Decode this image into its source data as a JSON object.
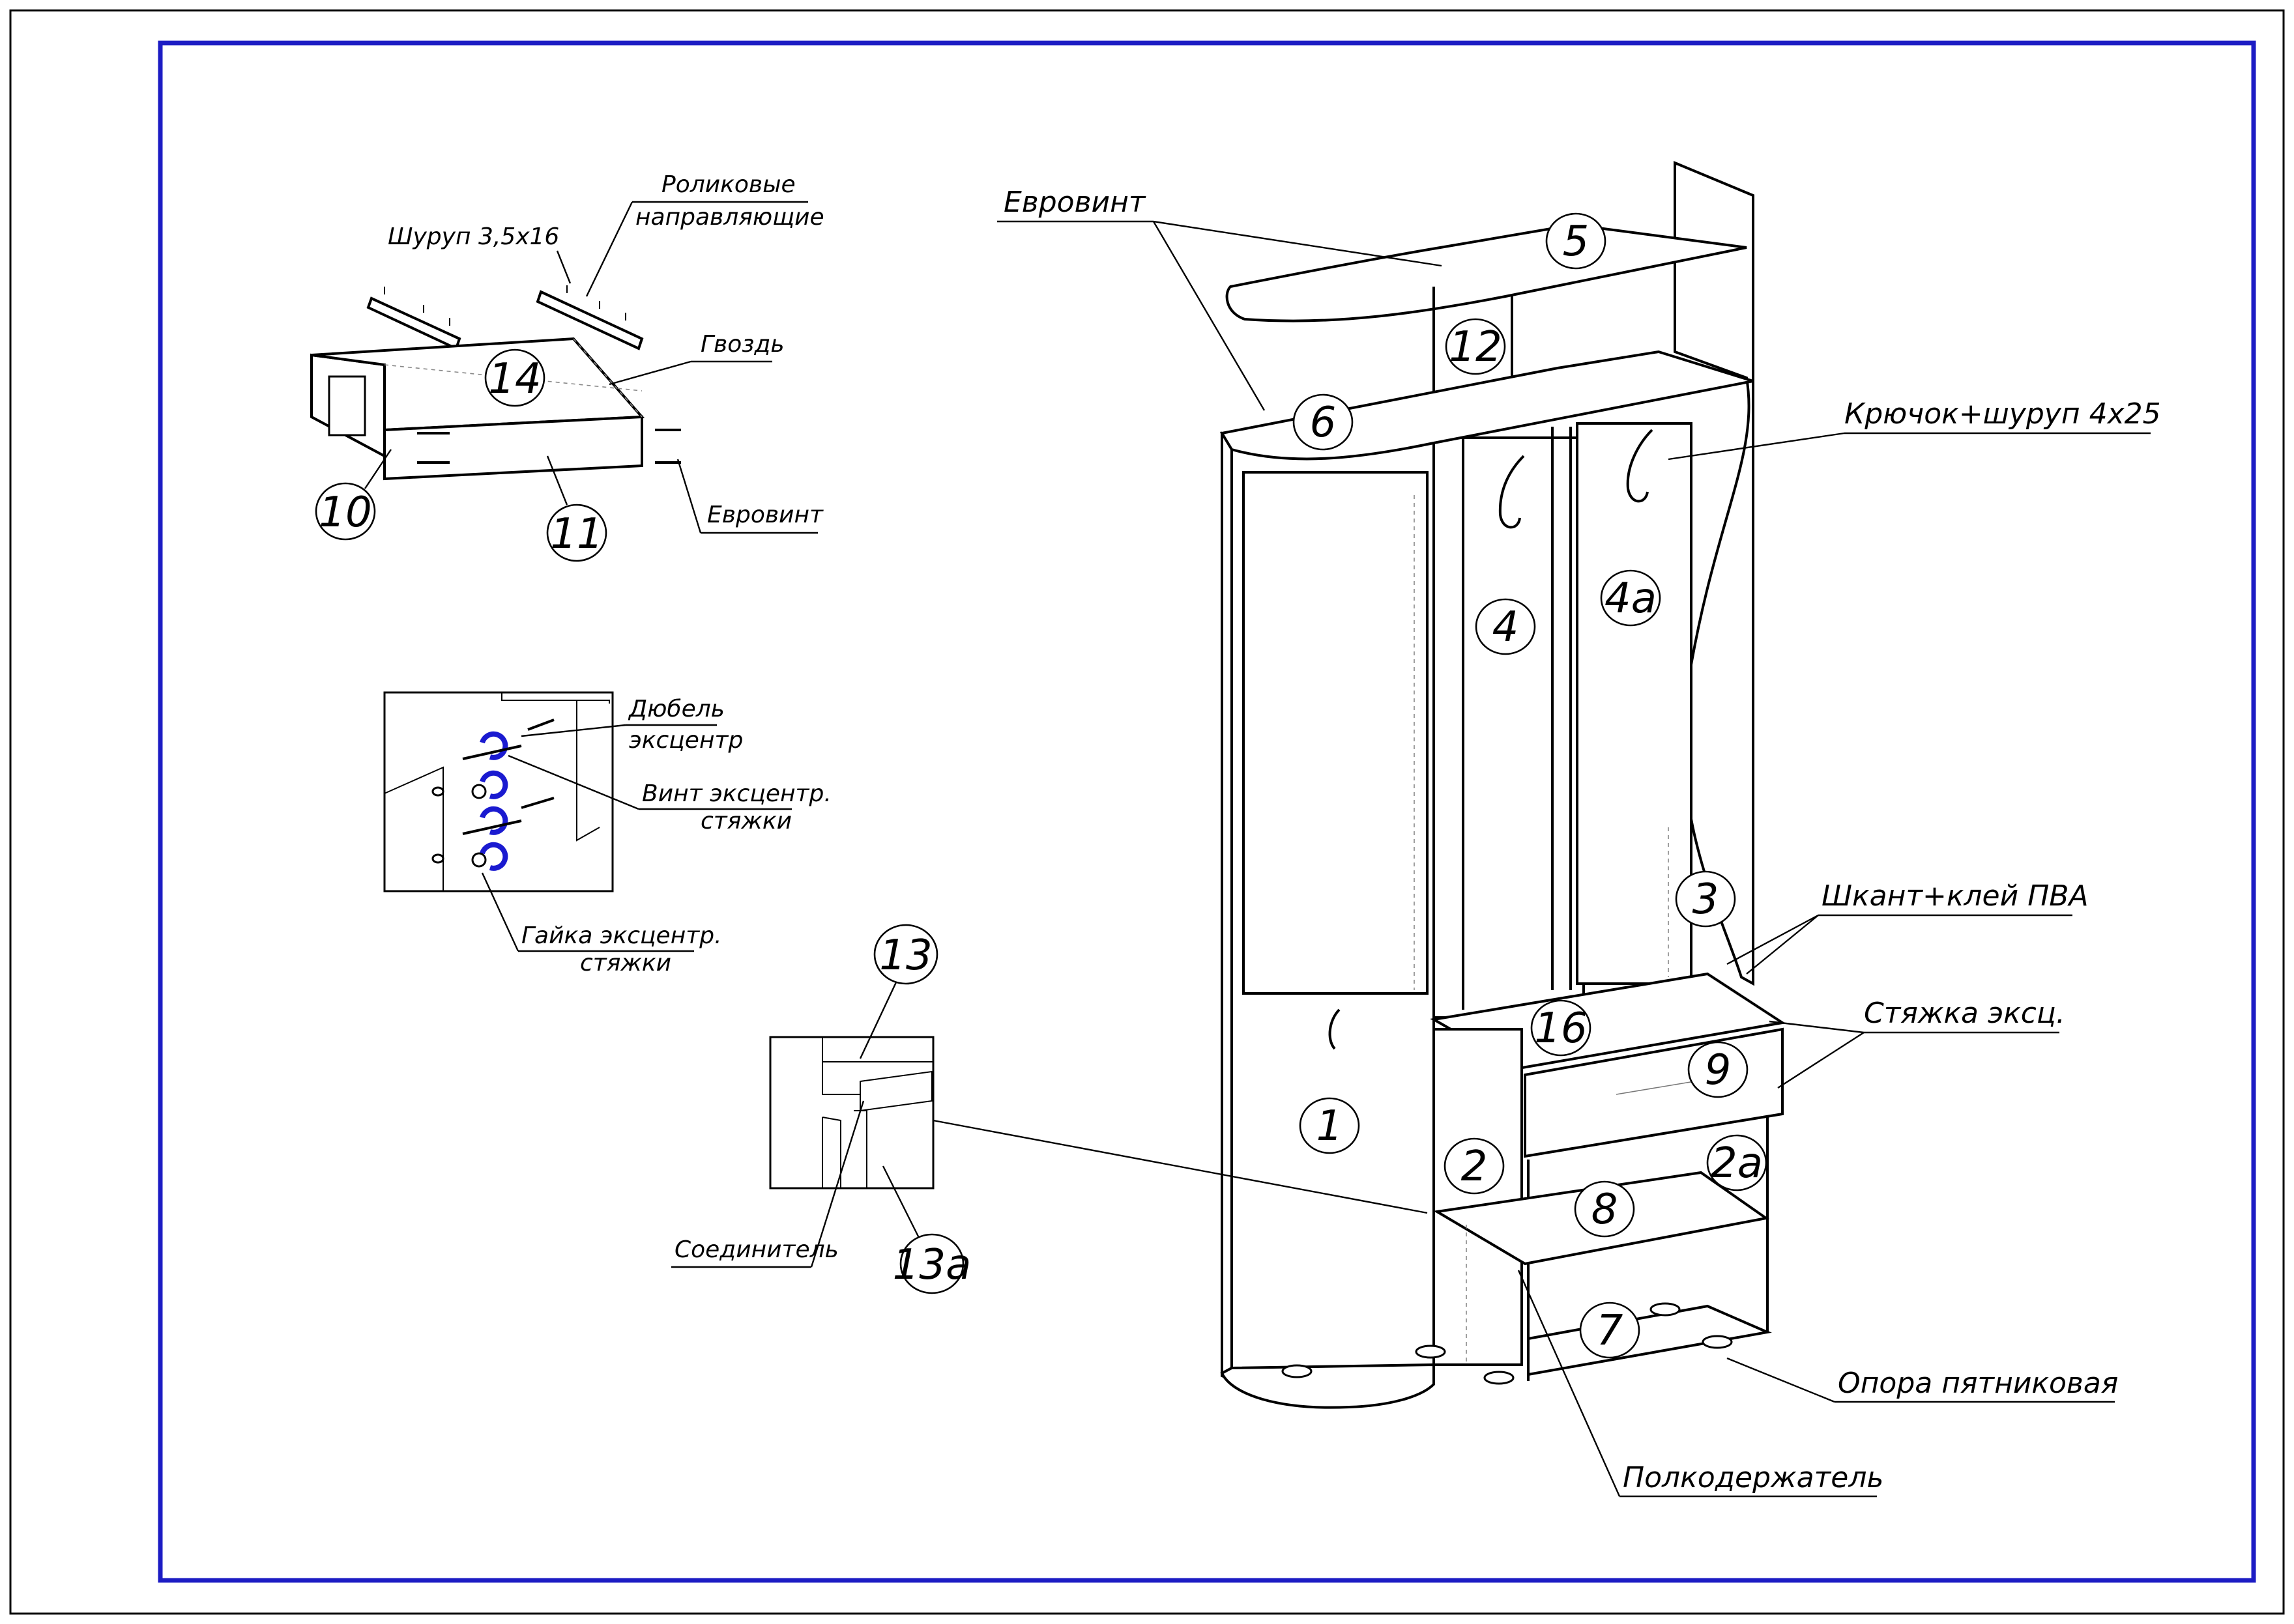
{
  "callouts": {
    "eurovint_main": "Евровинт",
    "hook_screw": "Крючок+шуруп 4х25",
    "dowel_glue": "Шкант+клей ПВА",
    "ecc_tie": "Стяжка эксц.",
    "foot_support": "Опора пятниковая",
    "shelf_holder": "Полкодержатель",
    "roller_guides_l1": "Роликовые",
    "roller_guides_l2": "направляющие",
    "screw_35x16": "Шуруп 3,5х16",
    "nail": "Гвоздь",
    "eurovint_drawer": "Евровинт",
    "dowel_ecc_l1": "Дюбель",
    "dowel_ecc_l2": "эксцентр",
    "ecc_screw_l1": "Винт эксцентр.",
    "ecc_screw_l2": "стяжки",
    "ecc_nut_l1": "Гайка эксцентр.",
    "ecc_nut_l2": "стяжки",
    "connector": "Соединитель"
  },
  "part_numbers": {
    "p1": "1",
    "p2": "2",
    "p2a": "2а",
    "p3": "3",
    "p4": "4",
    "p4a": "4а",
    "p5": "5",
    "p6": "6",
    "p7": "7",
    "p8": "8",
    "p9": "9",
    "p10": "10",
    "p11": "11",
    "p12": "12",
    "p13": "13",
    "p13a": "13а",
    "p14": "14",
    "p16": "16"
  },
  "colors": {
    "frame": "#1c1cc4",
    "accent": "#1a1ad0",
    "line": "#000000"
  }
}
